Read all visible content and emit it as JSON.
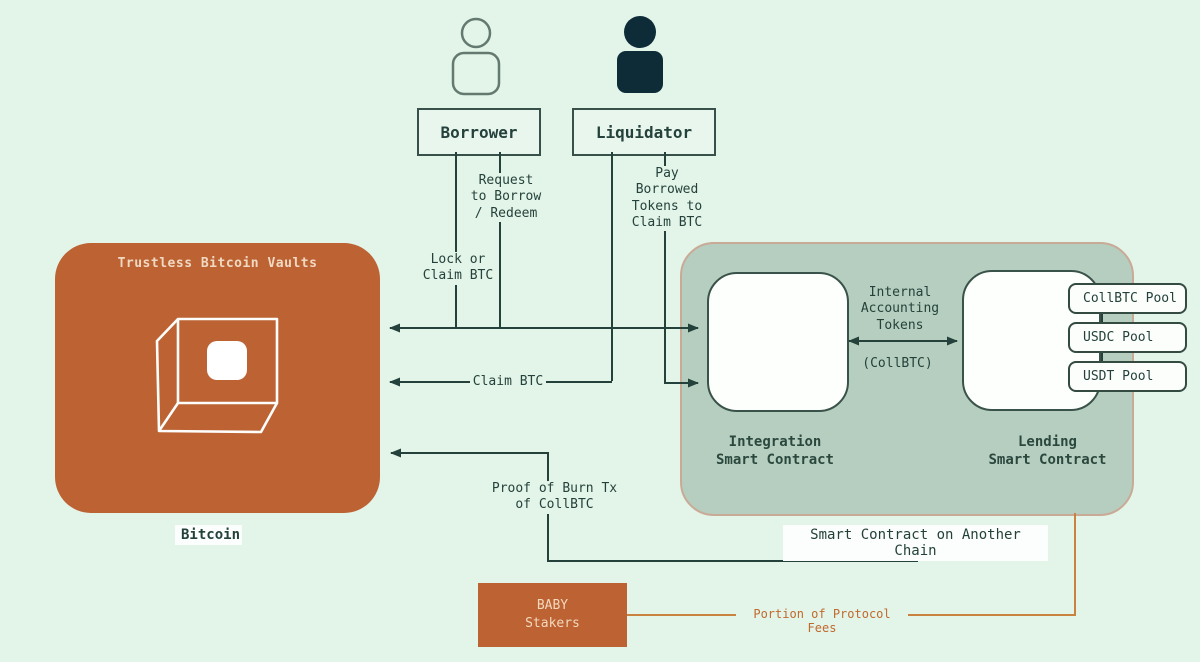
{
  "colors": {
    "background": "#e3f4e9",
    "ink": "#24423b",
    "orange_box": "#bc6233",
    "orange_line": "#c9823f",
    "orange_text": "#c06a2c",
    "cream_text": "#f0d9c2",
    "container_green": "#b6cebf",
    "container_border": "#c9aa96",
    "liquidator_fill": "#0d2c37",
    "borrower_outline": "#647a70"
  },
  "actors": {
    "borrower": {
      "label": "Borrower"
    },
    "liquidator": {
      "label": "Liquidator"
    }
  },
  "bitcoin": {
    "vault_title": "Trustless Bitcoin Vaults",
    "caption": "Bitcoin"
  },
  "chain": {
    "caption": "Smart Contract on Another Chain",
    "integration_label": "Integration\nSmart Contract",
    "lending_label": "Lending\nSmart Contract",
    "pools": [
      "CollBTC Pool",
      "USDC Pool",
      "USDT Pool"
    ]
  },
  "flows": {
    "lock_or_claim": "Lock or\nClaim BTC",
    "request_borrow": "Request\nto Borrow\n/ Redeem",
    "pay_borrowed": "Pay\nBorrowed\nTokens to\nClaim BTC",
    "claim_btc": "Claim BTC",
    "internal_tokens": "Internal\nAccounting\nTokens",
    "collbtc": "(CollBTC)",
    "proof_of_burn": "Proof of Burn Tx\nof CollBTC",
    "protocol_fees": "Portion of Protocol Fees"
  },
  "staking": {
    "baby_label": "BABY\nStakers"
  }
}
